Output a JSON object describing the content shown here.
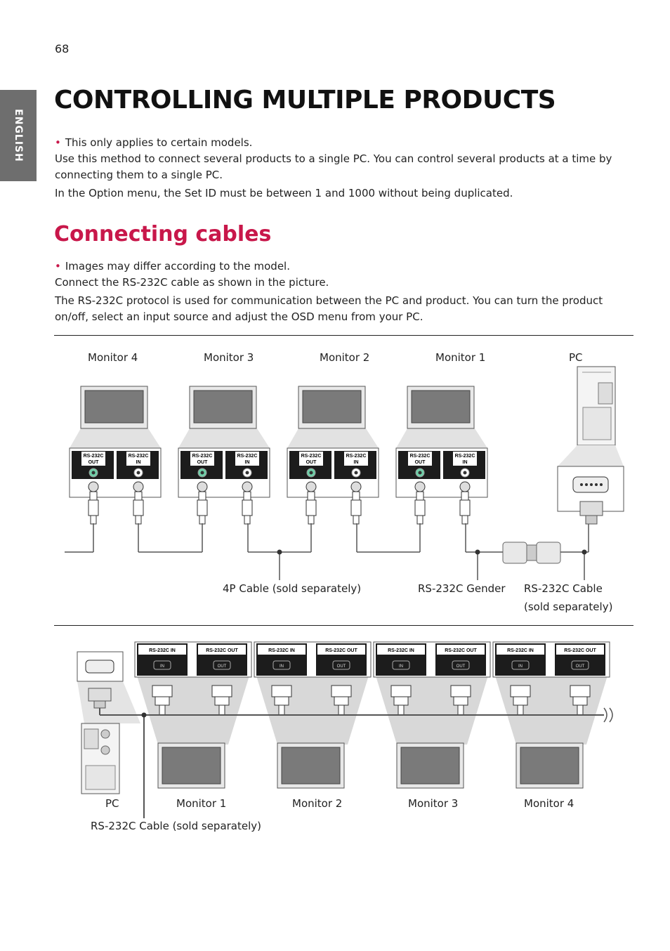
{
  "page": {
    "number": "68",
    "language_tab": "ENGLISH"
  },
  "title": "CONTROLLING MULTIPLE PRODUCTS",
  "intro": {
    "bullet": "This only applies to certain models.",
    "para1": "Use this method to connect several products to a single PC. You can control several products at a time by connecting them to a single PC.",
    "para2": "In the Option menu, the Set ID must be between 1 and 1000 without being duplicated."
  },
  "section": {
    "title": "Connecting cables",
    "bullet": "Images may differ according to the model.",
    "para1": "Connect the RS-232C cable as shown in the picture.",
    "para2": "The RS-232C protocol is used for communication between the PC and product. You can turn the product on/off, select an input source and adjust the OSD menu from your PC."
  },
  "diagram1": {
    "monitor_labels": [
      "Monitor 4",
      "Monitor 3",
      "Monitor 2",
      "Monitor 1"
    ],
    "pc_label": "PC",
    "port_out": [
      "RS-232C",
      "OUT"
    ],
    "port_in": [
      "RS-232C",
      "IN"
    ],
    "cable_4p": "4P Cable (sold separately)",
    "gender": "RS-232C Gender",
    "cable_rs": [
      "RS-232C Cable",
      "(sold separately)"
    ]
  },
  "diagram2": {
    "pc_label": "PC",
    "monitor_labels": [
      "Monitor 1",
      "Monitor 2",
      "Monitor 3",
      "Monitor 4"
    ],
    "port_in": "RS-232C IN",
    "port_out": "RS-232C OUT",
    "sub_in": "IN",
    "sub_out": "OUT",
    "cable": "RS-232C Cable (sold separately)"
  }
}
